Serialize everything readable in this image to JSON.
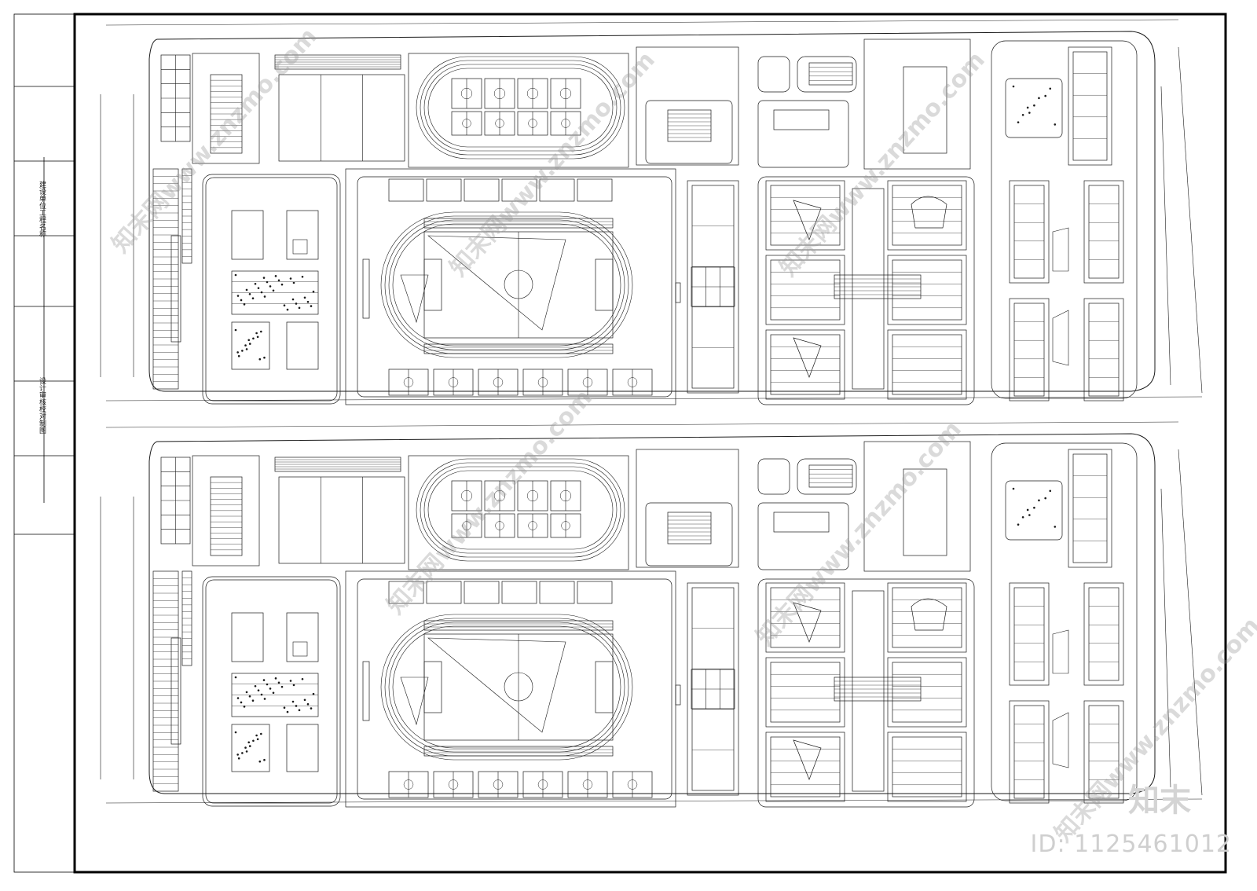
{
  "title_block": {
    "column_a": "建设单位工程名称",
    "column_b": "设计审核校对制图"
  },
  "watermark": {
    "brand_text": "知末网www.znzmo.com",
    "logo_text": "知末",
    "id_text": "ID: 1125461012"
  },
  "colors": {
    "line": "#1a1a1a",
    "border": "#000000",
    "watermark": "#bdbdbd"
  }
}
